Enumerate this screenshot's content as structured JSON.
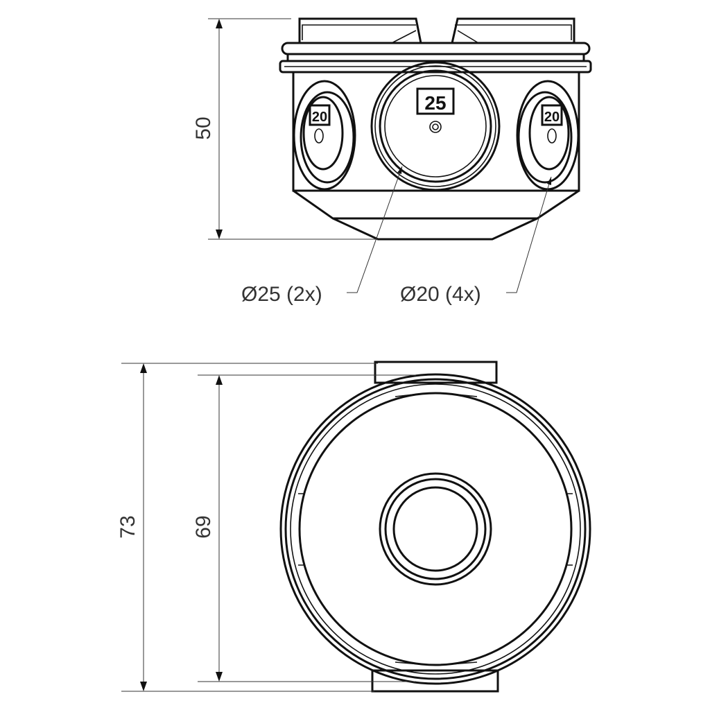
{
  "dimensions": {
    "height_top_view": "50",
    "outer_diameter": "73",
    "inner_diameter": "69"
  },
  "callouts": {
    "entry_25": "Ø25 (2x)",
    "entry_20": "Ø20 (4x)"
  },
  "knockout_labels": {
    "large": "25",
    "small_left": "20",
    "small_right": "20"
  },
  "colors": {
    "line": "#111111",
    "text": "#333333"
  }
}
